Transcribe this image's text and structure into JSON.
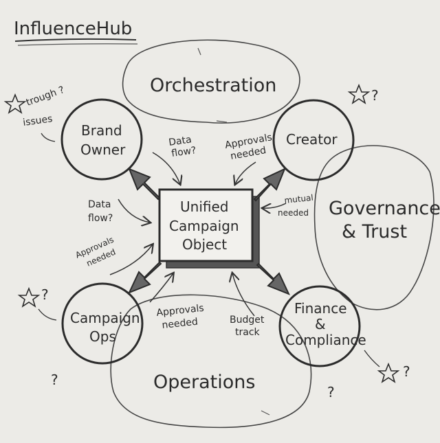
{
  "title": "InfluenceHub",
  "regions": {
    "orchestration": "Orchestration",
    "governance_line1": "Governance",
    "governance_line2": "& Trust",
    "operations": "Operations"
  },
  "nodes": {
    "brand_owner": {
      "line1": "Brand",
      "line2": "Owner"
    },
    "creator": {
      "line1": "Creator"
    },
    "campaign_ops": {
      "line1": "Campaign",
      "line2": "Ops"
    },
    "finance": {
      "line1": "Finance",
      "line2": "&",
      "line3": "Compliance"
    },
    "center": {
      "line1": "Unified",
      "line2": "Campaign",
      "line3": "Object"
    }
  },
  "annotations": {
    "trough_line1": "trough ?",
    "trough_line2": "issues",
    "data_flow_top_1": "Data",
    "data_flow_top_2": "flow?",
    "approvals_top_1": "Approvals",
    "approvals_top_2": "needed",
    "data_flow_left_1": "Data",
    "data_flow_left_2": "flow?",
    "approvals_left_1": "Approvals",
    "approvals_left_2": "needed",
    "mutual_1": "mutual",
    "mutual_2": "needed",
    "approvals_bottom_1": "Approvals",
    "approvals_bottom_2": "needed",
    "budget_1": "Budget",
    "budget_2": "track",
    "question": "?"
  }
}
